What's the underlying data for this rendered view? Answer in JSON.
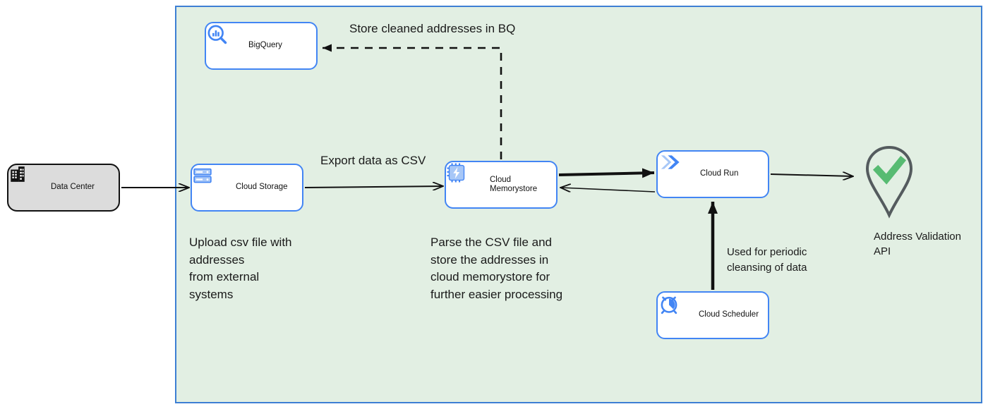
{
  "diagram": {
    "title_present": false,
    "colors": {
      "zone_fill": "#e2efe3",
      "zone_border": "#3d7fd4",
      "gcp_node_border": "#4285f4",
      "gcp_node_fill": "#ffffff",
      "onprem_fill": "#dcdcdc",
      "onprem_border": "#111111",
      "icon_blue": "#4285f4",
      "icon_light_blue": "#a7c7f7",
      "check_green": "#57bb72",
      "pin_gray": "#545b5e",
      "edge_black": "#111111",
      "text": "#1a1a1a"
    }
  },
  "nodes": [
    {
      "id": "data-center",
      "label": "Data Center",
      "icon": "building-icon",
      "group": "on-premise"
    },
    {
      "id": "cloud-storage",
      "label": "Cloud Storage",
      "icon": "cloud-storage-icon",
      "group": "gcp"
    },
    {
      "id": "cloud-memorystore",
      "label": "Cloud\nMemorystore",
      "icon": "memorystore-chip-icon",
      "group": "gcp"
    },
    {
      "id": "cloud-run",
      "label": "Cloud Run",
      "icon": "cloud-run-icon",
      "group": "gcp"
    },
    {
      "id": "bigquery",
      "label": "BigQuery",
      "icon": "bigquery-icon",
      "group": "gcp"
    },
    {
      "id": "cloud-scheduler",
      "label": "Cloud Scheduler",
      "icon": "cloud-scheduler-icon",
      "group": "gcp"
    },
    {
      "id": "address-validation-api",
      "label": "Address Validation\nAPI",
      "icon": "map-pin-check-icon",
      "group": "gcp"
    }
  ],
  "edge_labels": {
    "store_in_bq": "Store cleaned addresses in BQ",
    "export_csv": "Export data as CSV"
  },
  "captions": {
    "upload": "Upload csv file with\naddresses\nfrom external\nsystems",
    "parse": "Parse the CSV file and\nstore the addresses in\ncloud  memorystore for\nfurther easier processing",
    "scheduler": "Used for periodic\ncleansing of data",
    "address_validation": "Address Validation\nAPI"
  },
  "edges": [
    {
      "from": "data-center",
      "to": "cloud-storage",
      "style": "solid",
      "direction": "forward"
    },
    {
      "from": "cloud-storage",
      "to": "cloud-memorystore",
      "style": "solid",
      "direction": "forward",
      "label": "Export data as CSV"
    },
    {
      "from": "cloud-memorystore",
      "to": "cloud-run",
      "style": "solid",
      "direction": "forward"
    },
    {
      "from": "cloud-run",
      "to": "cloud-memorystore",
      "style": "solid",
      "direction": "forward"
    },
    {
      "from": "cloud-memorystore",
      "to": "bigquery",
      "style": "dashed",
      "direction": "forward",
      "label": "Store cleaned addresses in BQ"
    },
    {
      "from": "cloud-run",
      "to": "address-validation-api",
      "style": "solid",
      "direction": "forward"
    },
    {
      "from": "cloud-scheduler",
      "to": "cloud-run",
      "style": "solid",
      "direction": "forward",
      "label": "Used for periodic cleansing of data"
    }
  ]
}
